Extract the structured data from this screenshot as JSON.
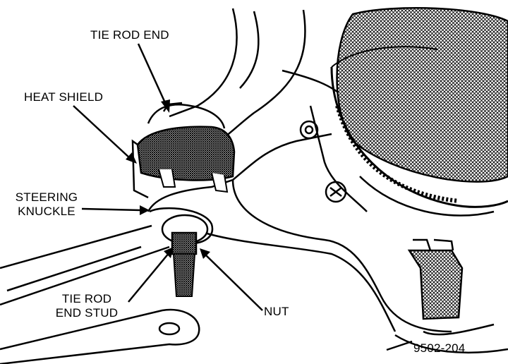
{
  "figure": {
    "labels": {
      "tie_rod_end": "TIE ROD END",
      "heat_shield": "HEAT SHIELD",
      "steering_knuckle_1": "STEERING",
      "steering_knuckle_2": "KNUCKLE",
      "tie_rod_end_stud_1": "TIE ROD",
      "tie_rod_end_stud_2": "END STUD",
      "nut": "NUT"
    },
    "figure_number": "9502-204"
  }
}
